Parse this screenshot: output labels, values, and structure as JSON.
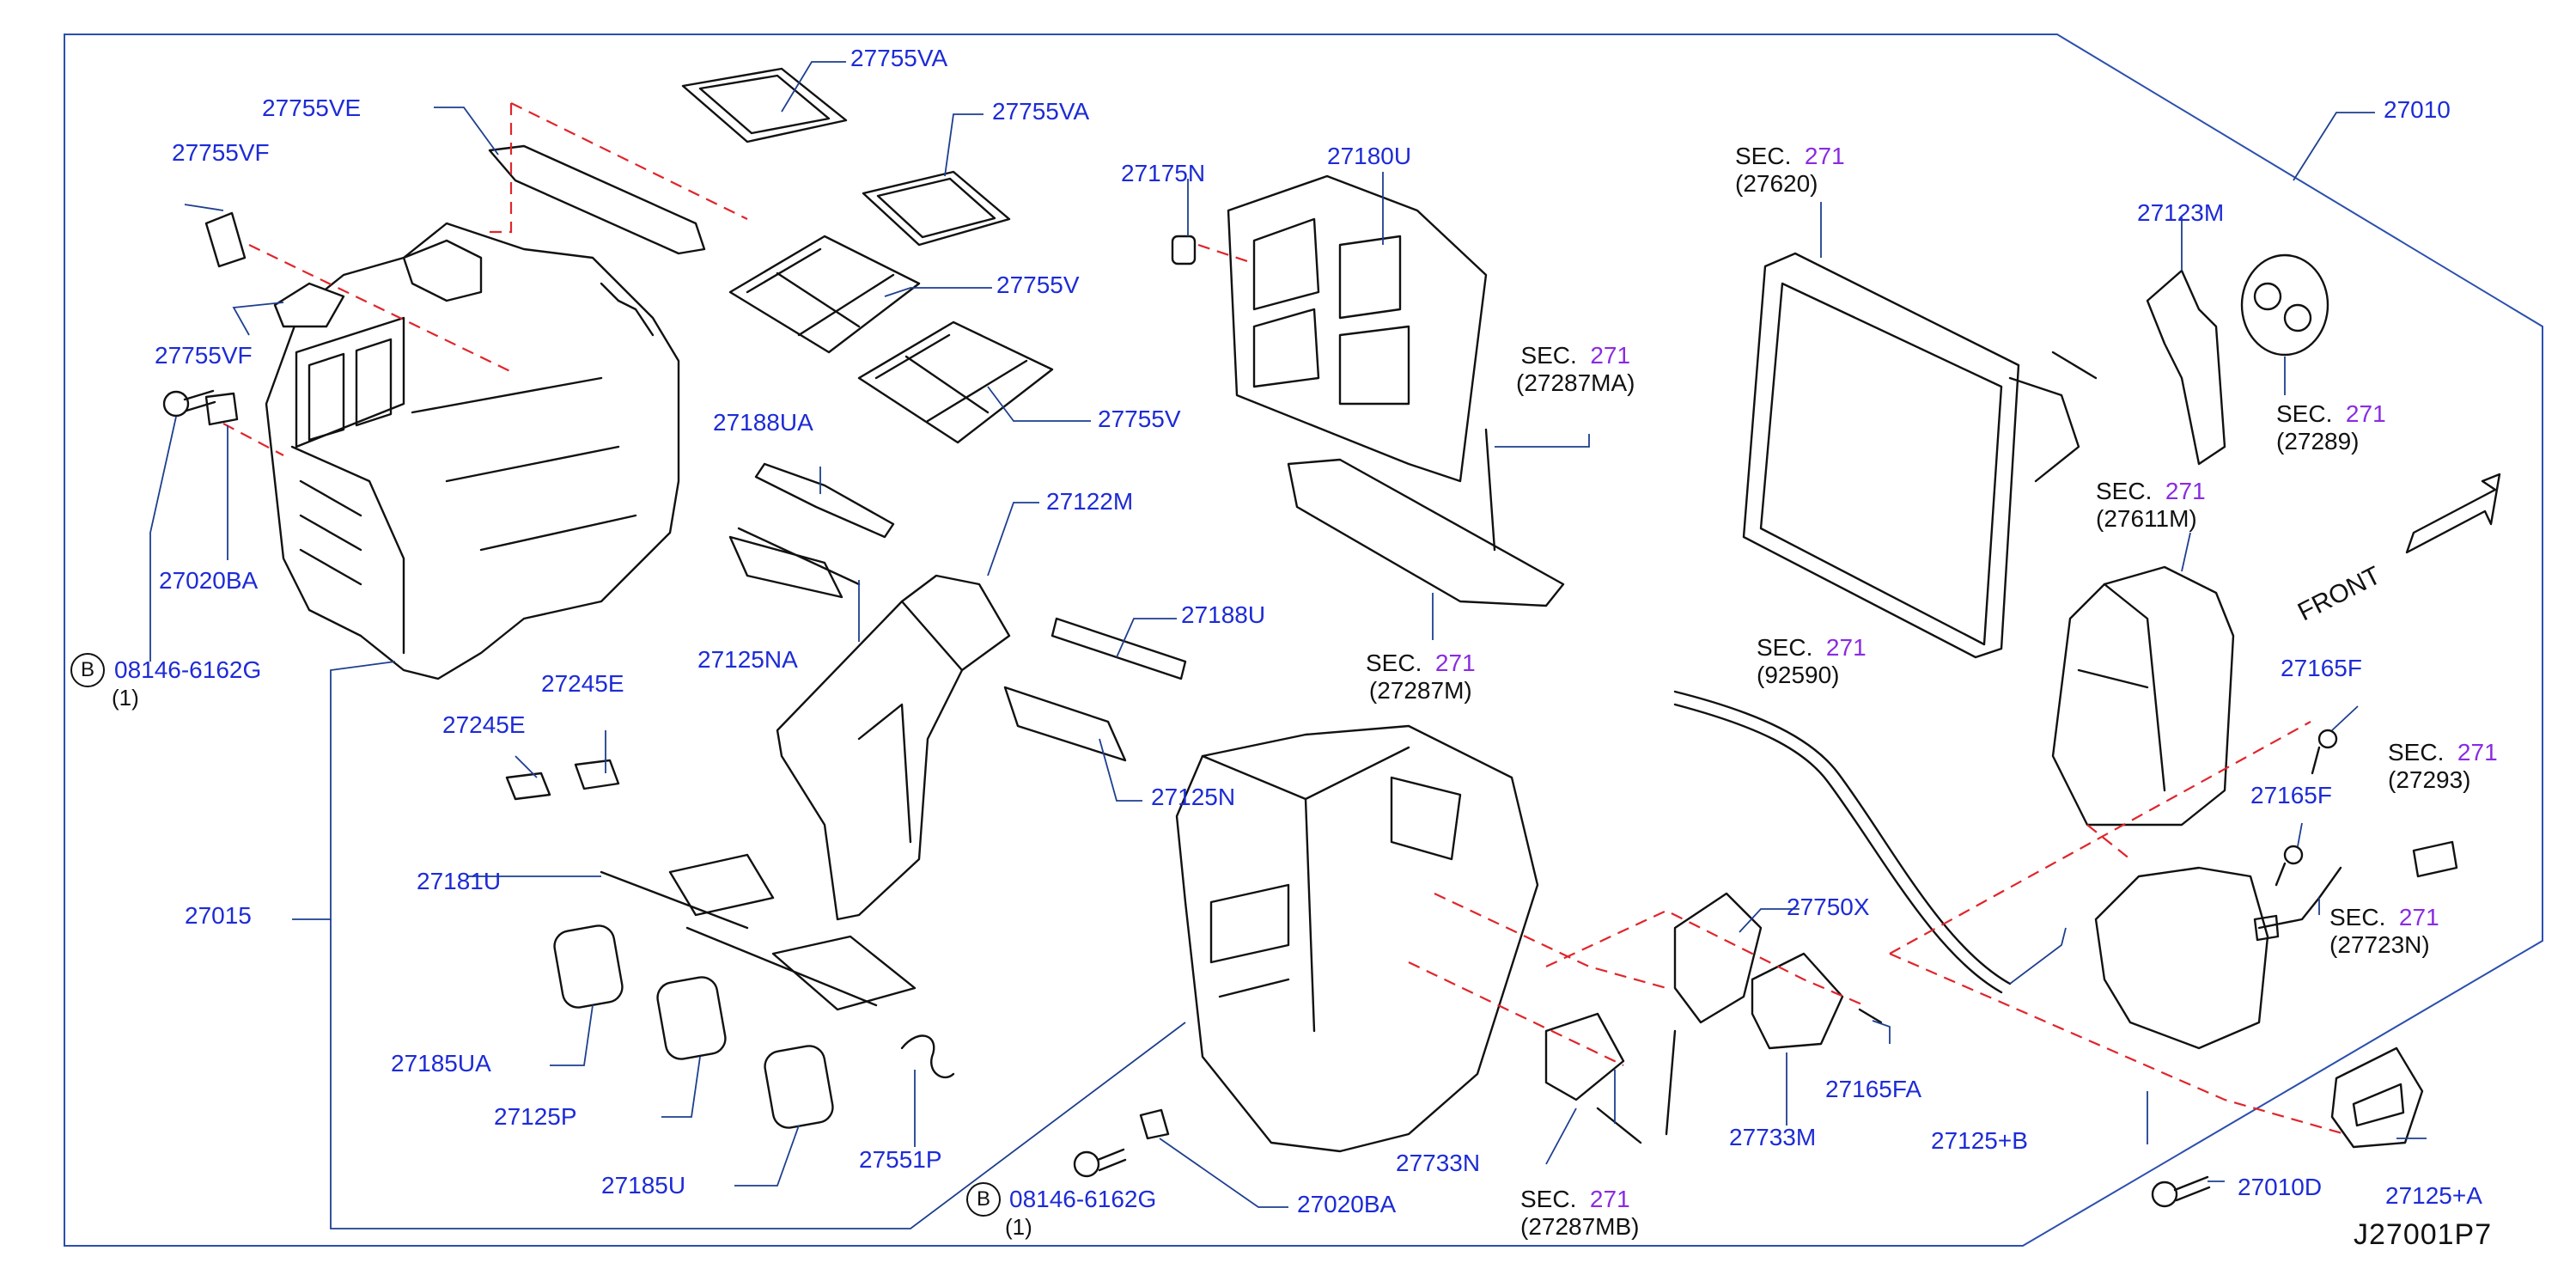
{
  "diagram": {
    "id_code": "J27001P7",
    "front_label": "FRONT",
    "part_labels": [
      {
        "key": "p27755VA_1",
        "text": "27755VA"
      },
      {
        "key": "p27755VA_2",
        "text": "27755VA"
      },
      {
        "key": "p27755VE",
        "text": "27755VE"
      },
      {
        "key": "p27755VF_1",
        "text": "27755VF"
      },
      {
        "key": "p27755VF_2",
        "text": "27755VF"
      },
      {
        "key": "p27755V_1",
        "text": "27755V"
      },
      {
        "key": "p27755V_2",
        "text": "27755V"
      },
      {
        "key": "p27020BA_1",
        "text": "27020BA"
      },
      {
        "key": "p27020BA_2",
        "text": "27020BA"
      },
      {
        "key": "p08146_1",
        "text": "08146-6162G"
      },
      {
        "key": "p08146_2",
        "text": "08146-6162G"
      },
      {
        "key": "p27188UA",
        "text": "27188UA"
      },
      {
        "key": "p27122M",
        "text": "27122M"
      },
      {
        "key": "p27125NA",
        "text": "27125NA"
      },
      {
        "key": "p27188U",
        "text": "27188U"
      },
      {
        "key": "p27125N",
        "text": "27125N"
      },
      {
        "key": "p27245E_1",
        "text": "27245E"
      },
      {
        "key": "p27245E_2",
        "text": "27245E"
      },
      {
        "key": "p27015",
        "text": "27015"
      },
      {
        "key": "p27181U",
        "text": "27181U"
      },
      {
        "key": "p27185UA",
        "text": "27185UA"
      },
      {
        "key": "p27125P",
        "text": "27125P"
      },
      {
        "key": "p27185U",
        "text": "27185U"
      },
      {
        "key": "p27551P",
        "text": "27551P"
      },
      {
        "key": "p27175N",
        "text": "27175N"
      },
      {
        "key": "p27180U",
        "text": "27180U"
      },
      {
        "key": "p27733N",
        "text": "27733N"
      },
      {
        "key": "p27750X",
        "text": "27750X"
      },
      {
        "key": "p27733M",
        "text": "27733M"
      },
      {
        "key": "p27165FA",
        "text": "27165FA"
      },
      {
        "key": "p27010",
        "text": "27010"
      },
      {
        "key": "p27123M",
        "text": "27123M"
      },
      {
        "key": "p27165F_1",
        "text": "27165F"
      },
      {
        "key": "p27165F_2",
        "text": "27165F"
      },
      {
        "key": "p27125B",
        "text": "27125+B"
      },
      {
        "key": "p27010D",
        "text": "27010D"
      },
      {
        "key": "p27125A",
        "text": "27125+A"
      }
    ],
    "section_refs": [
      {
        "key": "s27620",
        "prefix": "SEC.",
        "sec": "271",
        "ref": "(27620)"
      },
      {
        "key": "s27287MA",
        "prefix": "SEC.",
        "sec": "271",
        "ref": "(27287MA)"
      },
      {
        "key": "s27287M",
        "prefix": "SEC.",
        "sec": "271",
        "ref": "(27287M)"
      },
      {
        "key": "s92590",
        "prefix": "SEC.",
        "sec": "271",
        "ref": "(92590)"
      },
      {
        "key": "s27289",
        "prefix": "SEC.",
        "sec": "271",
        "ref": "(27289)"
      },
      {
        "key": "s27611M",
        "prefix": "SEC.",
        "sec": "271",
        "ref": "(27611M)"
      },
      {
        "key": "s27293",
        "prefix": "SEC.",
        "sec": "271",
        "ref": "(27293)"
      },
      {
        "key": "s27723N",
        "prefix": "SEC.",
        "sec": "271",
        "ref": "(27723N)"
      },
      {
        "key": "s27287MB",
        "prefix": "SEC.",
        "sec": "271",
        "ref": "(27287MB)"
      }
    ],
    "bolt_markers": [
      {
        "key": "b1",
        "letter": "B",
        "qty": "(1)"
      },
      {
        "key": "b2",
        "letter": "B",
        "qty": "(1)"
      }
    ],
    "colors": {
      "part_number": "#1d2bd6",
      "section_number": "#8a2be2",
      "leader_line": "#1d3f8f",
      "hidden_line": "#e0252b",
      "outline": "#111111"
    }
  }
}
